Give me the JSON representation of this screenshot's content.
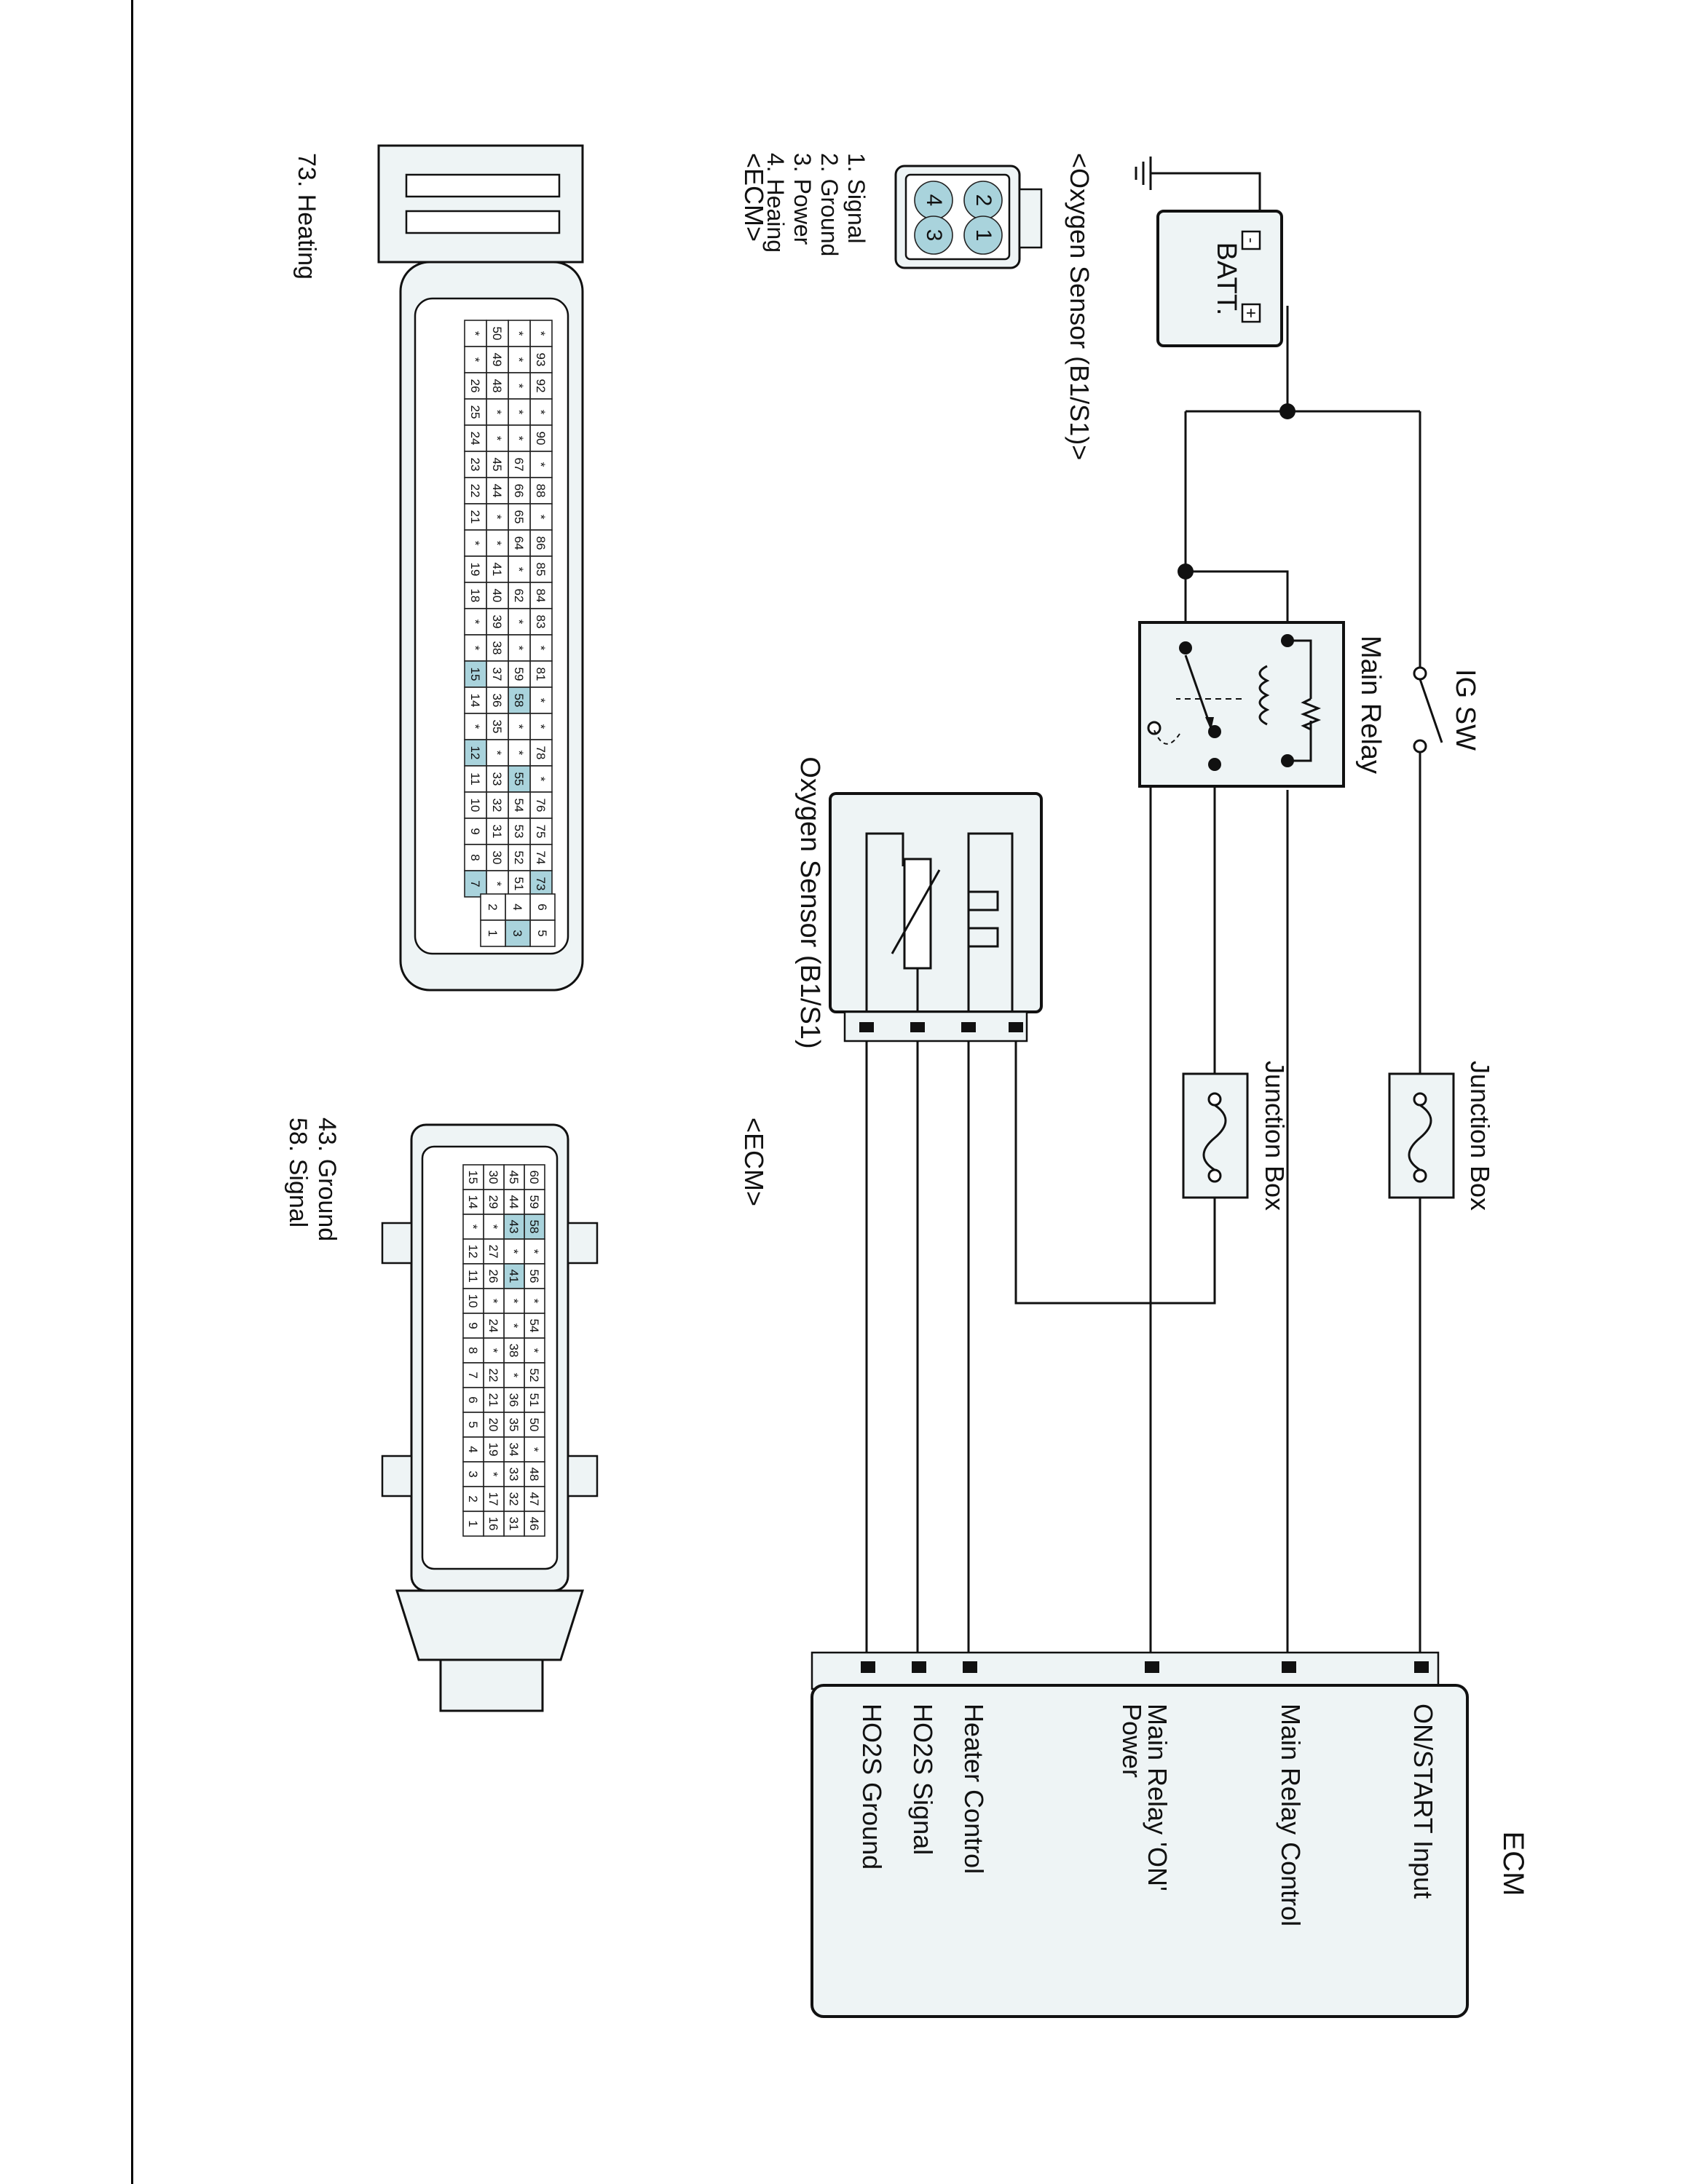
{
  "battery": {
    "label": "BATT.",
    "minus": "-",
    "plus": "+"
  },
  "ig_switch": {
    "label": "IG SW"
  },
  "main_relay": {
    "label": "Main Relay"
  },
  "junction_box_1": {
    "label": "Junction Box"
  },
  "junction_box_2": {
    "label": "Junction Box"
  },
  "oxygen_sensor": {
    "label": "Oxygen Sensor (B1/S1)"
  },
  "ecm_block": {
    "title": "ECM",
    "inputs": [
      {
        "label": "ON/START Input"
      },
      {
        "label": "Main Relay Control"
      },
      {
        "label": "Main Relay 'ON'",
        "label2": "Power"
      },
      {
        "label": "Heater Control"
      },
      {
        "label": "HO2S  Signal"
      },
      {
        "label": "HO2S  Ground"
      }
    ]
  },
  "o2_connector": {
    "title": "<Oxygen Sensor (B1/S1)>",
    "pins": [
      "1",
      "2",
      "3",
      "4"
    ],
    "legend": [
      "1. Signal",
      "2. Ground",
      "3. Power",
      "4. Heaing"
    ]
  },
  "ecm_connector_a": {
    "title": "<ECM>",
    "legend": [
      "73. Heating"
    ],
    "rows": [
      [
        "*",
        "93",
        "92",
        "*",
        "90",
        "*",
        "88",
        "*",
        "86",
        "85",
        "84",
        "83",
        "*",
        "81",
        "*",
        "*",
        "78",
        "*",
        "76",
        "75",
        "74",
        "73"
      ],
      [
        "*",
        "*",
        "*",
        "*",
        "*",
        "67",
        "66",
        "65",
        "64",
        "*",
        "62",
        "*",
        "*",
        "59",
        "58",
        "*",
        "*",
        "55",
        "54",
        "53",
        "52",
        "51"
      ],
      [
        "50",
        "49",
        "48",
        "*",
        "*",
        "45",
        "44",
        "*",
        "*",
        "41",
        "40",
        "39",
        "38",
        "37",
        "36",
        "35",
        "*",
        "33",
        "32",
        "31",
        "30",
        "*"
      ],
      [
        "*",
        "*",
        "26",
        "25",
        "24",
        "23",
        "22",
        "21",
        "*",
        "19",
        "18",
        "*",
        "*",
        "15",
        "14",
        "*",
        "12",
        "11",
        "10",
        "9",
        "8",
        "7"
      ]
    ],
    "aux": [
      [
        "6",
        "5"
      ],
      [
        "4",
        "3"
      ],
      [
        "2",
        "1"
      ]
    ],
    "highlighted": [
      "73",
      "58",
      "55",
      "15",
      "12",
      "7",
      "3"
    ]
  },
  "ecm_connector_b": {
    "title": "<ECM>",
    "legend": [
      "43. Ground",
      "58. Signal"
    ],
    "rows": [
      [
        "60",
        "59",
        "58",
        "*",
        "56",
        "*",
        "54",
        "*",
        "52",
        "51",
        "50",
        "*",
        "48",
        "47",
        "46"
      ],
      [
        "45",
        "44",
        "43",
        "*",
        "41",
        "*",
        "*",
        "38",
        "*",
        "36",
        "35",
        "34",
        "33",
        "32",
        "31"
      ],
      [
        "30",
        "29",
        "*",
        "27",
        "26",
        "*",
        "24",
        "*",
        "22",
        "21",
        "20",
        "19",
        "*",
        "17",
        "16"
      ],
      [
        "15",
        "14",
        "*",
        "12",
        "11",
        "10",
        "9",
        "8",
        "7",
        "6",
        "5",
        "4",
        "3",
        "2",
        "1"
      ]
    ],
    "highlighted": [
      "58",
      "43",
      "41"
    ]
  }
}
